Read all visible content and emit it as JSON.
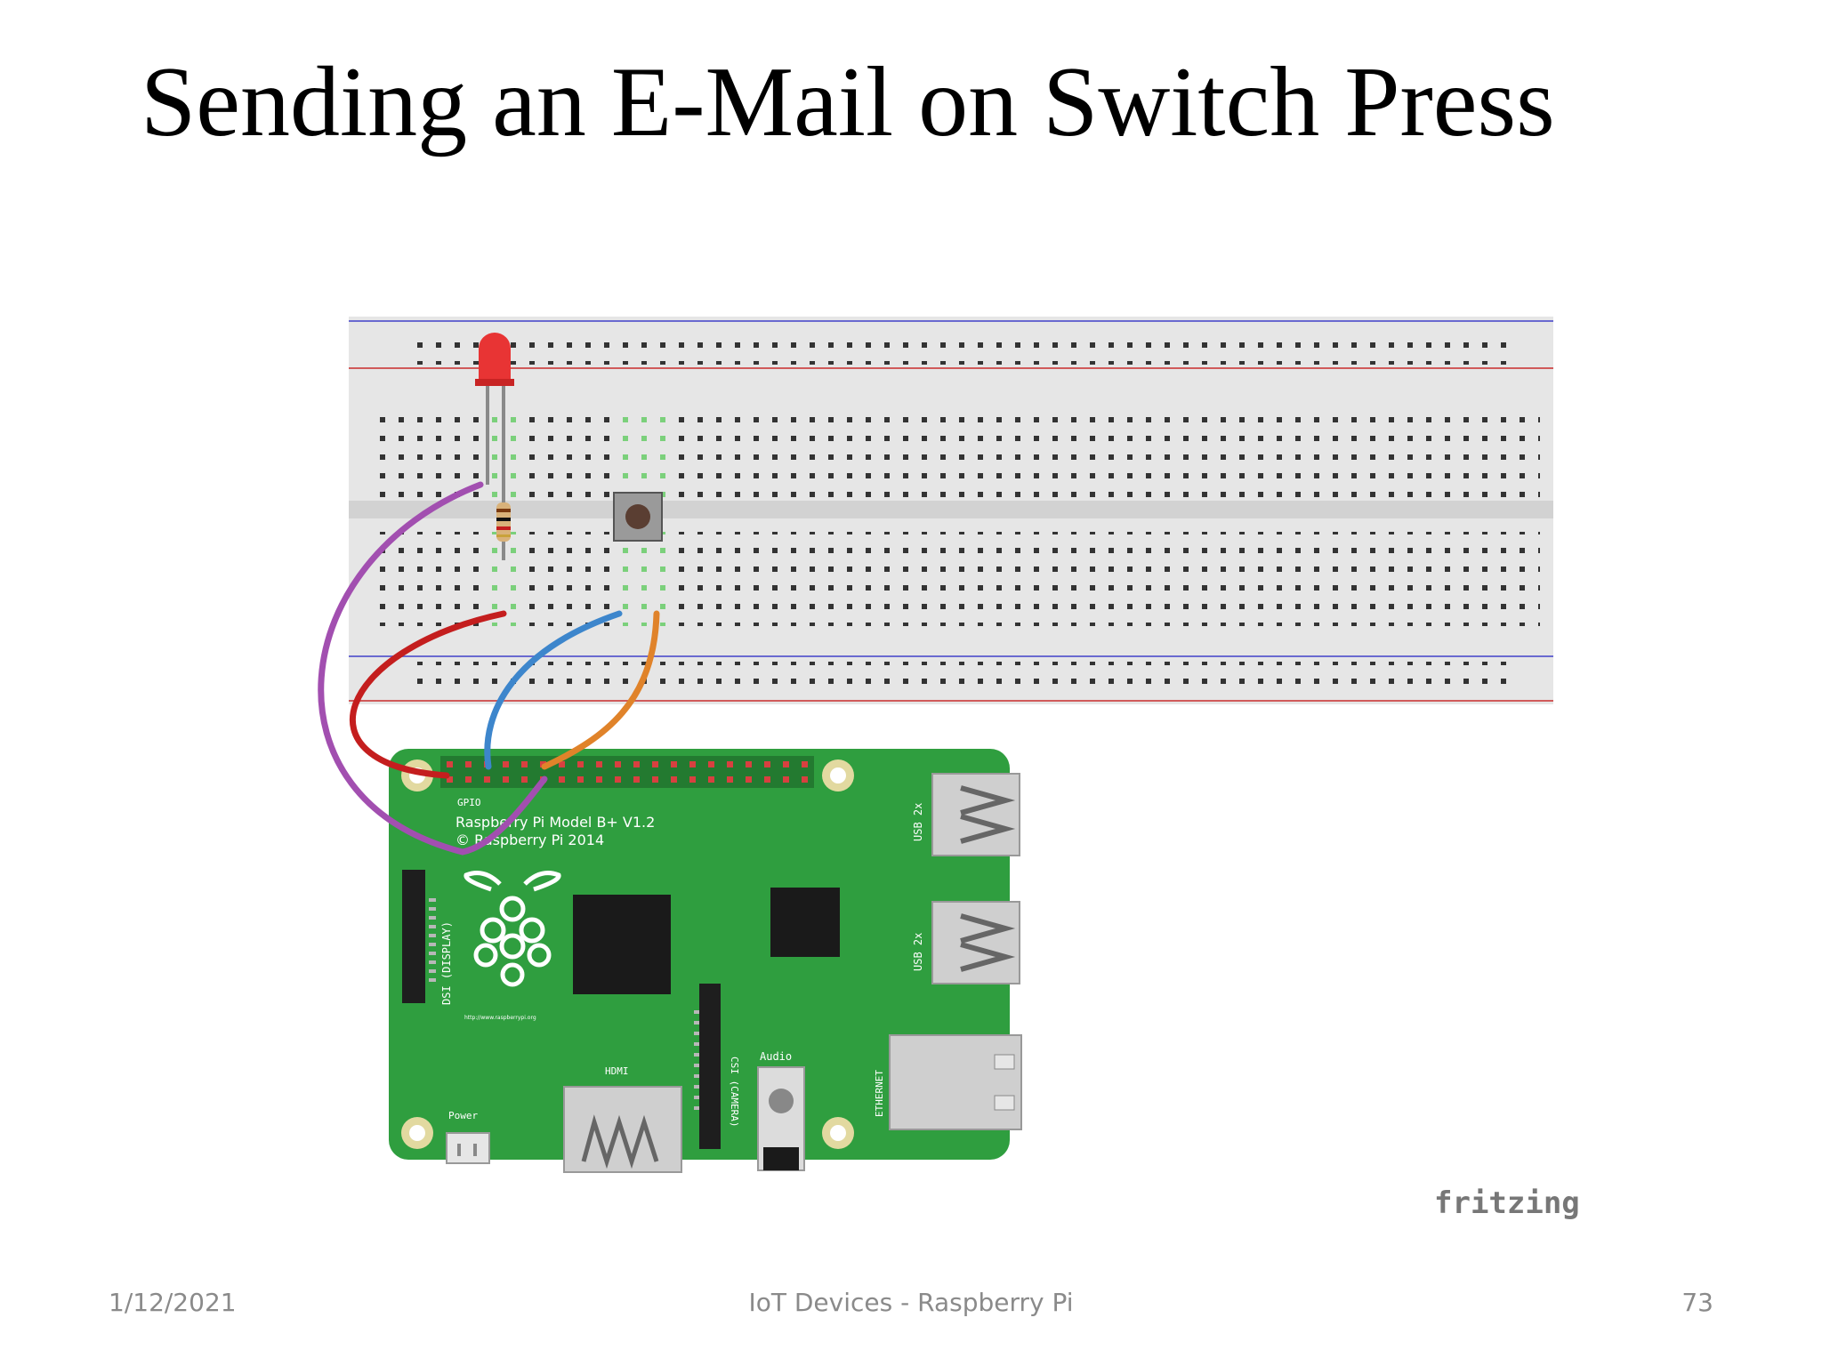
{
  "slide": {
    "title": "Sending an E-Mail on Switch Press"
  },
  "diagram": {
    "board_labels": {
      "gpio": "GPIO",
      "model_line1": "Raspberry Pi Model B+ V1.2",
      "model_line2": "© Raspberry Pi 2014",
      "usb_top": "USB 2x",
      "usb_bottom": "USB 2x",
      "dsi": "DSI (DISPLAY)",
      "url": "http://www.raspberrypi.org",
      "hdmi": "HDMI",
      "csi": "CSI (CAMERA)",
      "audio": "Audio",
      "ethernet": "ETHERNET",
      "power": "Power"
    },
    "watermark": "fritzing",
    "colors": {
      "board_green": "#2f9e3f",
      "wire_purple": "#a24fb0",
      "wire_red": "#c41e1e",
      "wire_blue": "#3d86cc",
      "wire_orange": "#e0832a",
      "led_red": "#e83434"
    }
  },
  "footer": {
    "date": "1/12/2021",
    "center": "IoT Devices - Raspberry Pi",
    "page": "73"
  }
}
